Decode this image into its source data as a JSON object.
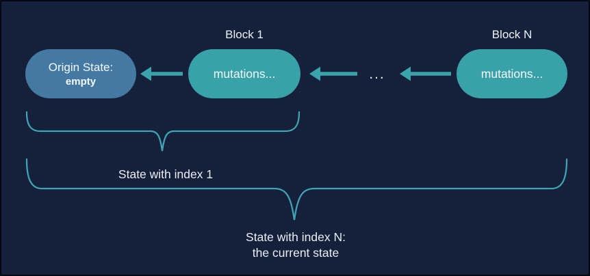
{
  "diagram": {
    "colors": {
      "background": "#15213A",
      "node_origin_blue": "#4479A4",
      "node_block_teal": "#39A1A8",
      "arrow_teal": "#3AA4AC",
      "brace_teal": "#41A4B6",
      "text_light": "#EDF2F7"
    },
    "nodes": {
      "origin": {
        "title": "Origin State:",
        "subtitle": "empty"
      },
      "block1": {
        "label": "Block 1",
        "content": "mutations..."
      },
      "blockN": {
        "label": "Block N",
        "content": "mutations..."
      }
    },
    "ellipsis": "...",
    "braces": {
      "index1": {
        "label": "State with index 1"
      },
      "indexN": {
        "label_line1": "State with index N:",
        "label_line2": "the current state"
      }
    }
  }
}
